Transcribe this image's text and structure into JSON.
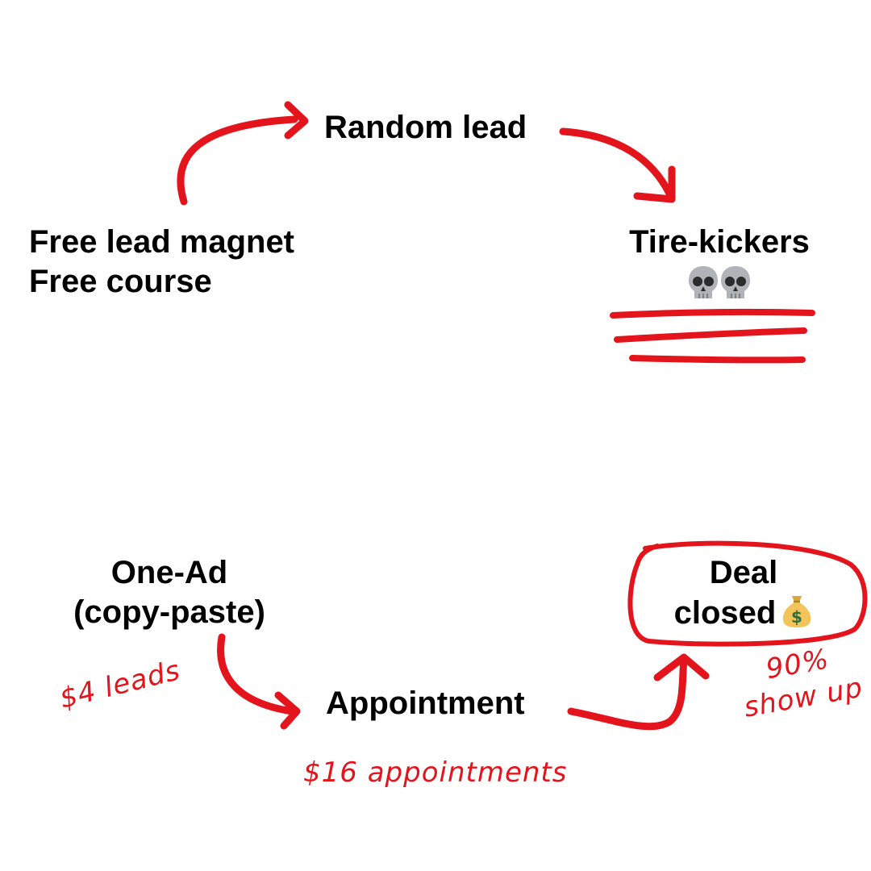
{
  "colors": {
    "ink": "#000000",
    "marker": "#e3141b",
    "skull": "#b0b4b9",
    "bag": "#f2c45a"
  },
  "top_flow": {
    "source": {
      "line1": "Free lead magnet",
      "line2": "Free course"
    },
    "middle": {
      "label": "Random lead"
    },
    "result": {
      "label": "Tire-kickers",
      "icon": "skull-icon"
    }
  },
  "bottom_flow": {
    "source": {
      "line1": "One-Ad",
      "line2": "(copy-paste)"
    },
    "middle": {
      "label": "Appointment"
    },
    "result": {
      "line1": "Deal",
      "line2": "closed",
      "icon": "money-bag-icon"
    }
  },
  "annotations": {
    "leads_cost": "$4 leads",
    "appointments_cost": "$16 appointments",
    "show_up_rate": "90%",
    "show_up_label": "show up"
  }
}
